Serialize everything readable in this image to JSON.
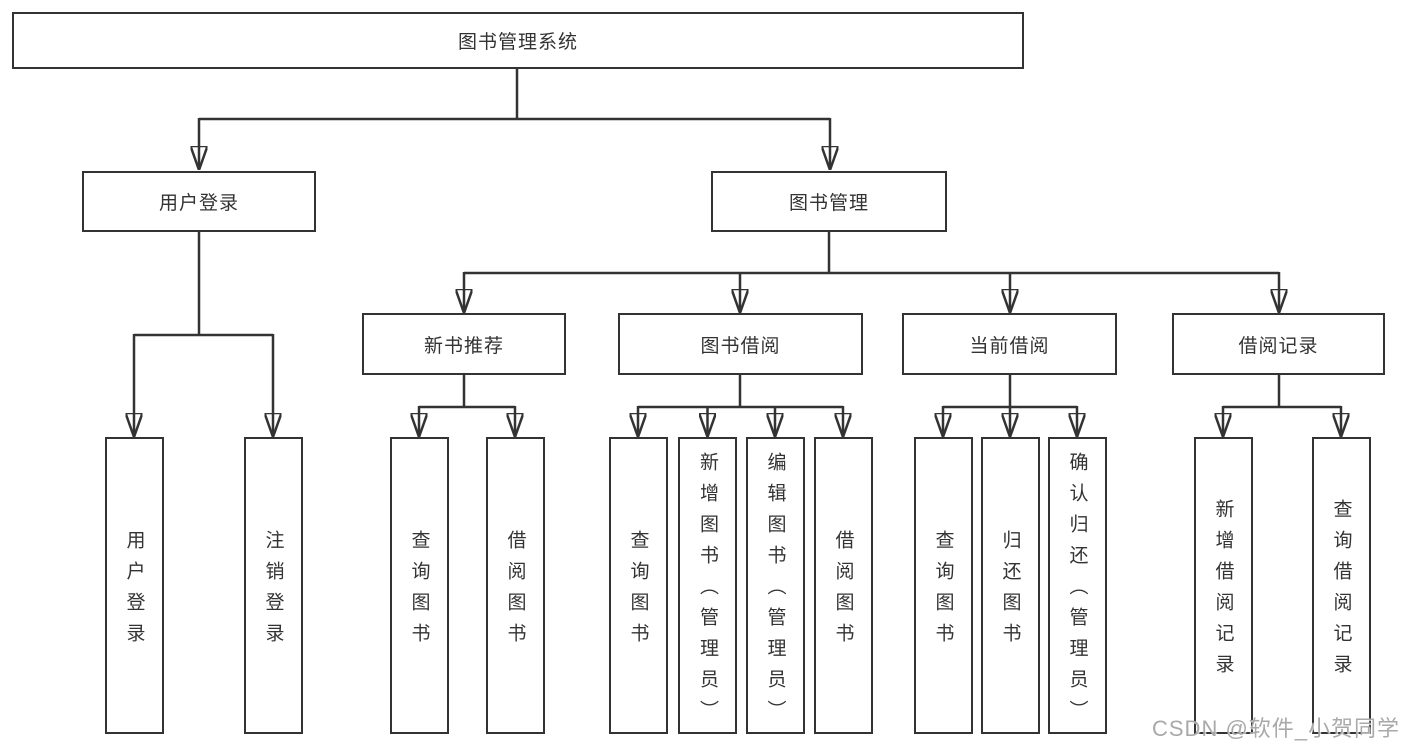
{
  "diagram": {
    "root": {
      "label": "图书管理系统"
    },
    "branches": [
      {
        "label": "用户登录",
        "children": [
          {
            "label": "用户登录"
          },
          {
            "label": "注销登录"
          }
        ]
      },
      {
        "label": "图书管理",
        "children": [
          {
            "label": "新书推荐",
            "children": [
              {
                "label": "查询图书"
              },
              {
                "label": "借阅图书"
              }
            ]
          },
          {
            "label": "图书借阅",
            "children": [
              {
                "label": "查询图书"
              },
              {
                "label": "新增图书（管理员）"
              },
              {
                "label": "编辑图书（管理员）"
              },
              {
                "label": "借阅图书"
              }
            ]
          },
          {
            "label": "当前借阅",
            "children": [
              {
                "label": "查询图书"
              },
              {
                "label": "归还图书"
              },
              {
                "label": "确认归还（管理员）"
              }
            ]
          },
          {
            "label": "借阅记录",
            "children": [
              {
                "label": "新增借阅记录"
              },
              {
                "label": "查询借阅记录"
              }
            ]
          }
        ]
      }
    ],
    "watermark": "CSDN @软件_小贺同学",
    "colors": {
      "line": "#333333",
      "text": "#333333",
      "box_background": "#ffffff",
      "watermark": "#a9a9a9",
      "background": "#ffffff"
    }
  }
}
